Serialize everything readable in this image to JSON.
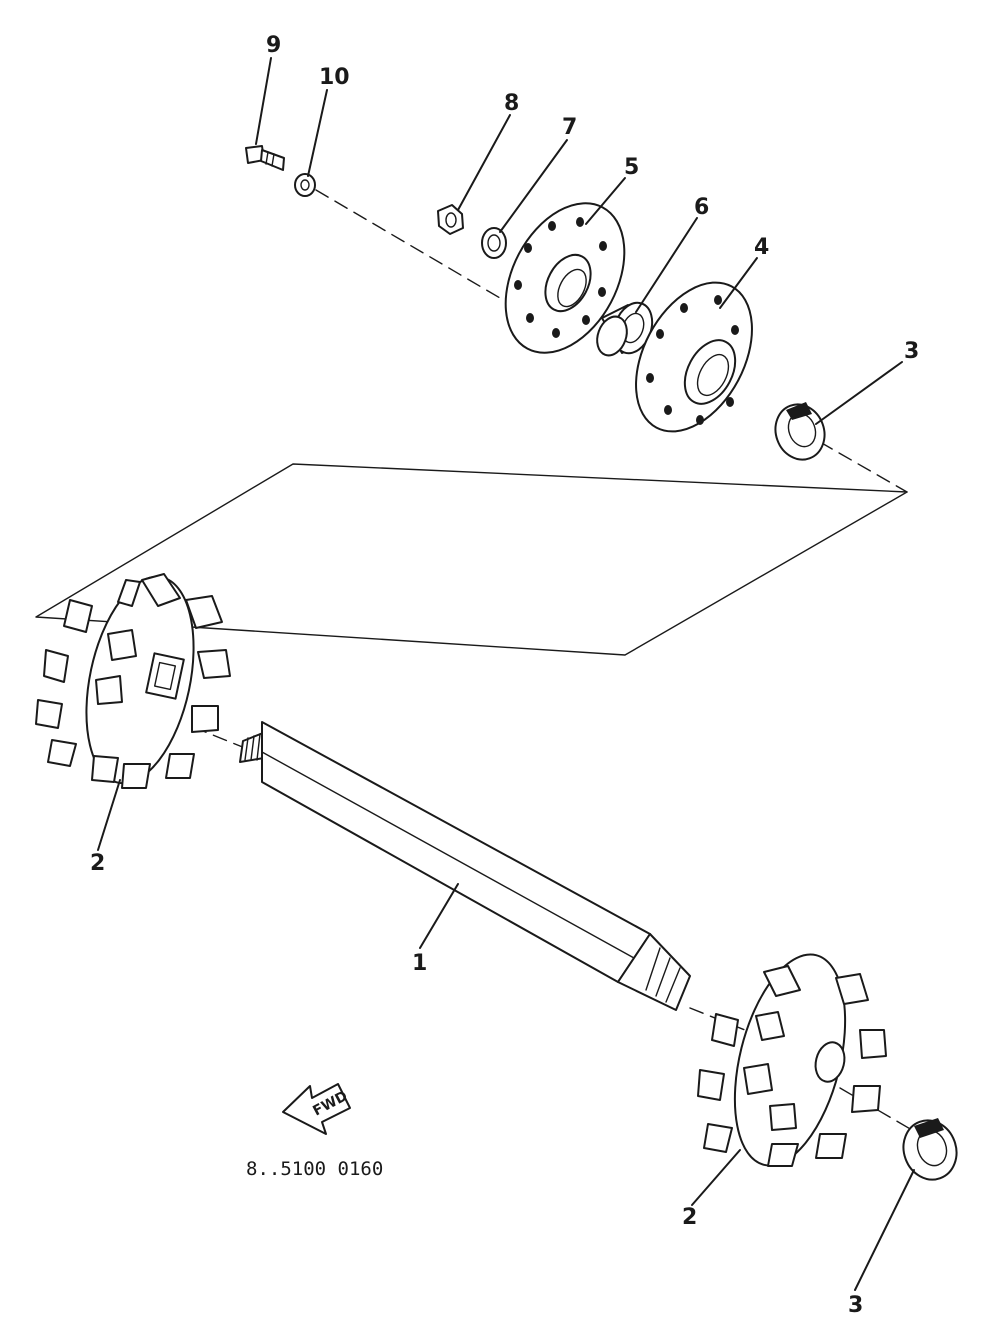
{
  "diagram": {
    "callouts": {
      "shaft": "1",
      "sprocket_left": "2",
      "sprocket_right": "2",
      "clip_upper": "3",
      "clip_lower": "3",
      "plate_inner": "4",
      "plate_outer": "5",
      "bearing": "6",
      "washer": "7",
      "nut": "8",
      "bolt": "9",
      "bolt_nut": "10"
    },
    "arrow_label": "FWD",
    "caption": "8..5100 0160",
    "colors": {
      "ink": "#1a1a1a",
      "paper": "#ffffff"
    }
  }
}
